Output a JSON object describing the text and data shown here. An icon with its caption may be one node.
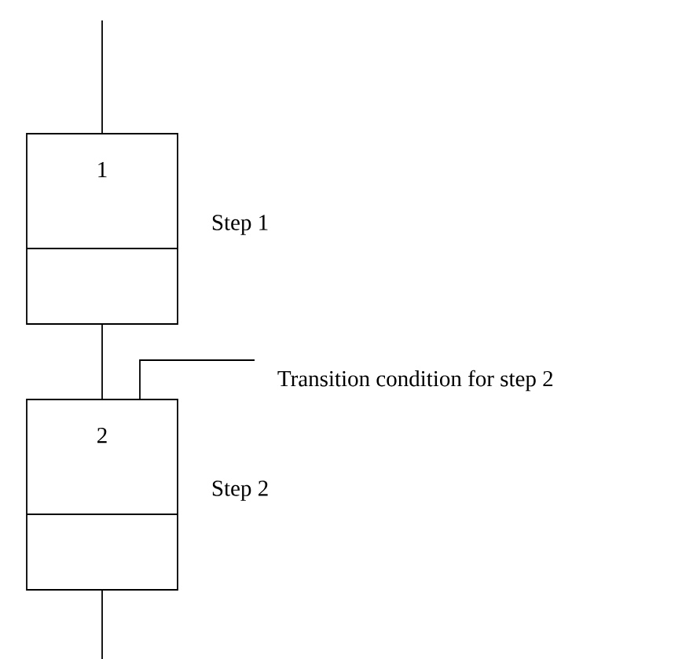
{
  "diagram": {
    "nodes": [
      {
        "text": [
          "1"
        ],
        "beside": [
          "Step 1"
        ]
      },
      {
        "text": [
          "2"
        ],
        "beside": [
          "Step 2"
        ]
      },
      {
        "text": [
          "Transition condition for step 2"
        ]
      }
    ],
    "edges": [
      {
        "from": null,
        "to": 0,
        "arrow": "none"
      },
      {
        "from": 0,
        "to": 1,
        "arrow": "none"
      },
      {
        "from": 1,
        "to": null,
        "arrow": "none"
      },
      {
        "from": 2,
        "to": 1,
        "arrow": "none"
      }
    ]
  }
}
